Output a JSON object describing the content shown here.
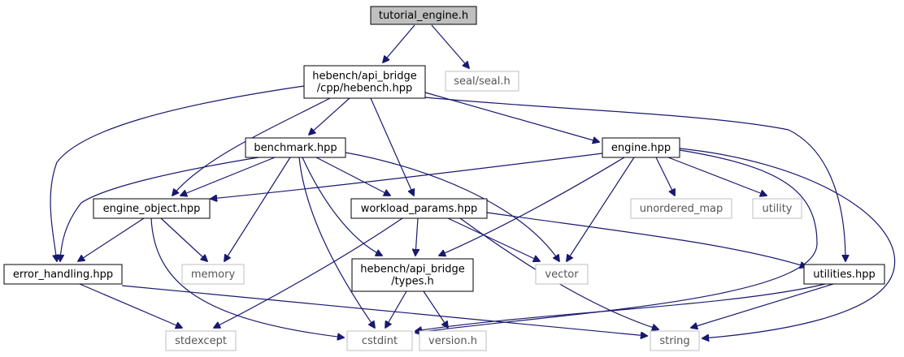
{
  "colors": {
    "edge": "#191970",
    "root_fill": "#bfbfbf",
    "internal_border": "#000000",
    "external_border": "#bfbfbf",
    "internal_text": "#000000",
    "external_text": "#555555"
  },
  "nodes": [
    {
      "id": "tutorial_engine",
      "lines": [
        "tutorial_engine.h"
      ],
      "kind": "root"
    },
    {
      "id": "hebench",
      "lines": [
        "hebench/api_bridge",
        "/cpp/hebench.hpp"
      ],
      "kind": "internal"
    },
    {
      "id": "seal",
      "lines": [
        "seal/seal.h"
      ],
      "kind": "external"
    },
    {
      "id": "benchmark",
      "lines": [
        "benchmark.hpp"
      ],
      "kind": "internal"
    },
    {
      "id": "engine",
      "lines": [
        "engine.hpp"
      ],
      "kind": "internal"
    },
    {
      "id": "engine_object",
      "lines": [
        "engine_object.hpp"
      ],
      "kind": "internal"
    },
    {
      "id": "workload_params",
      "lines": [
        "workload_params.hpp"
      ],
      "kind": "internal"
    },
    {
      "id": "unordered_map",
      "lines": [
        "unordered_map"
      ],
      "kind": "external"
    },
    {
      "id": "utility",
      "lines": [
        "utility"
      ],
      "kind": "external"
    },
    {
      "id": "error_handling",
      "lines": [
        "error_handling.hpp"
      ],
      "kind": "internal"
    },
    {
      "id": "memory",
      "lines": [
        "memory"
      ],
      "kind": "external"
    },
    {
      "id": "types",
      "lines": [
        "hebench/api_bridge",
        "/types.h"
      ],
      "kind": "internal"
    },
    {
      "id": "vector",
      "lines": [
        "vector"
      ],
      "kind": "external"
    },
    {
      "id": "utilities",
      "lines": [
        "utilities.hpp"
      ],
      "kind": "internal"
    },
    {
      "id": "stdexcept",
      "lines": [
        "stdexcept"
      ],
      "kind": "external"
    },
    {
      "id": "cstdint",
      "lines": [
        "cstdint"
      ],
      "kind": "external"
    },
    {
      "id": "version",
      "lines": [
        "version.h"
      ],
      "kind": "external"
    },
    {
      "id": "string",
      "lines": [
        "string"
      ],
      "kind": "external"
    }
  ],
  "edges": [
    {
      "from": "tutorial_engine",
      "to": "hebench"
    },
    {
      "from": "tutorial_engine",
      "to": "seal"
    },
    {
      "from": "hebench",
      "to": "benchmark"
    },
    {
      "from": "hebench",
      "to": "engine"
    },
    {
      "from": "hebench",
      "to": "engine_object"
    },
    {
      "from": "hebench",
      "to": "workload_params"
    },
    {
      "from": "hebench",
      "to": "error_handling"
    },
    {
      "from": "hebench",
      "to": "utilities"
    },
    {
      "from": "benchmark",
      "to": "engine_object"
    },
    {
      "from": "benchmark",
      "to": "workload_params"
    },
    {
      "from": "benchmark",
      "to": "error_handling"
    },
    {
      "from": "benchmark",
      "to": "memory"
    },
    {
      "from": "benchmark",
      "to": "types"
    },
    {
      "from": "benchmark",
      "to": "vector"
    },
    {
      "from": "benchmark",
      "to": "cstdint"
    },
    {
      "from": "engine",
      "to": "engine_object"
    },
    {
      "from": "engine",
      "to": "types"
    },
    {
      "from": "engine",
      "to": "vector"
    },
    {
      "from": "engine",
      "to": "unordered_map"
    },
    {
      "from": "engine",
      "to": "utility"
    },
    {
      "from": "engine",
      "to": "cstdint"
    },
    {
      "from": "engine",
      "to": "string"
    },
    {
      "from": "engine_object",
      "to": "error_handling"
    },
    {
      "from": "engine_object",
      "to": "memory"
    },
    {
      "from": "engine_object",
      "to": "cstdint"
    },
    {
      "from": "workload_params",
      "to": "types"
    },
    {
      "from": "workload_params",
      "to": "vector"
    },
    {
      "from": "workload_params",
      "to": "utilities"
    },
    {
      "from": "workload_params",
      "to": "stdexcept"
    },
    {
      "from": "workload_params",
      "to": "string"
    },
    {
      "from": "error_handling",
      "to": "stdexcept"
    },
    {
      "from": "error_handling",
      "to": "string"
    },
    {
      "from": "types",
      "to": "cstdint"
    },
    {
      "from": "types",
      "to": "version"
    },
    {
      "from": "utilities",
      "to": "cstdint"
    },
    {
      "from": "utilities",
      "to": "string"
    }
  ]
}
